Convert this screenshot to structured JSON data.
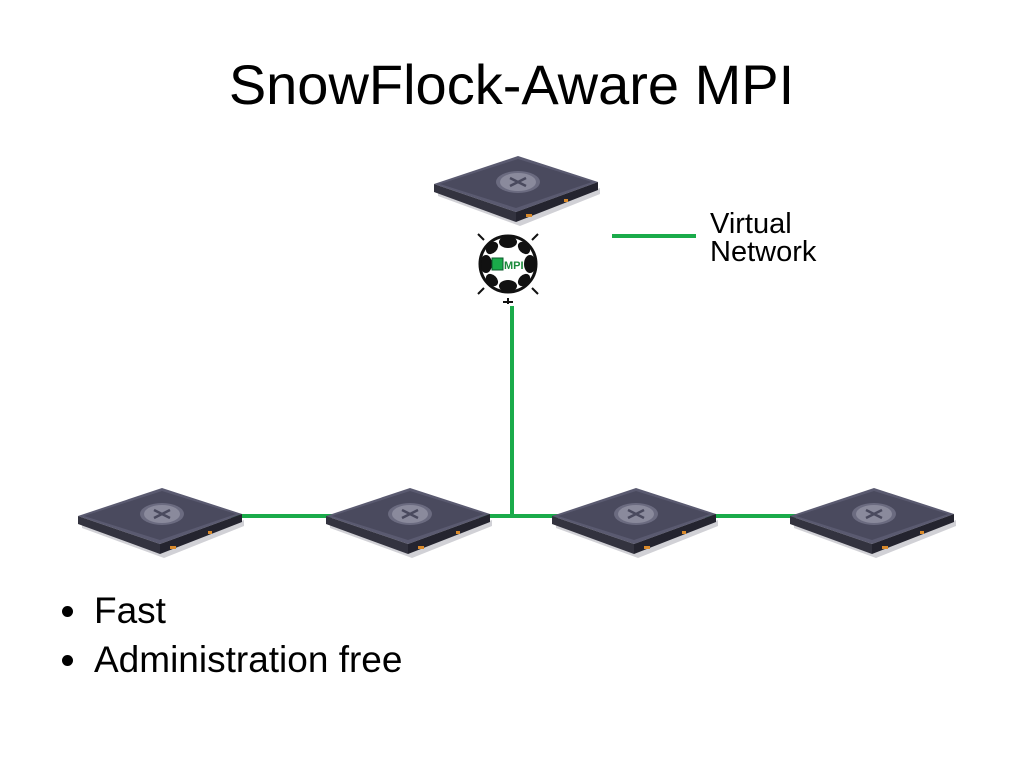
{
  "slide": {
    "title": "SnowFlock-Aware MPI"
  },
  "legend": {
    "line1": "Virtual",
    "line2": "Network",
    "line_color": "#1aab4a"
  },
  "logo": {
    "text": "MPI"
  },
  "bullets": [
    {
      "text": "Fast"
    },
    {
      "text": "Administration free"
    }
  ],
  "colors": {
    "network": "#1aab4a",
    "server_top": "#4a4a5e",
    "server_front": "#2b2b38"
  }
}
